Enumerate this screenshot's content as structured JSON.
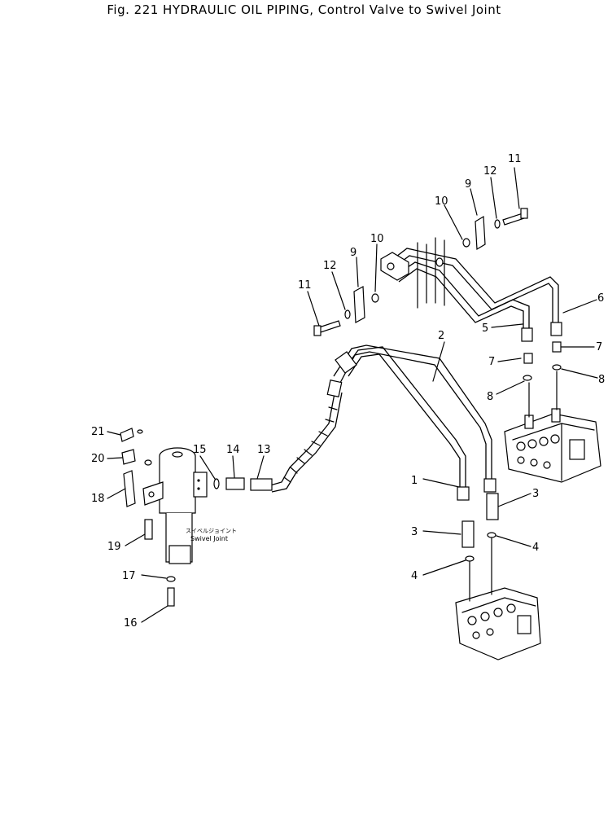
{
  "title": "Fig. 221   HYDRAULIC OIL PIPING, Control Valve to Swivel Joint",
  "swivel_label_jp": "スイベルジョイント",
  "swivel_label_en": "Swivel Joint",
  "callouts": [
    "1",
    "2",
    "3",
    "3",
    "4",
    "4",
    "5",
    "6",
    "7",
    "7",
    "8",
    "8",
    "9",
    "9",
    "10",
    "10",
    "11",
    "11",
    "12",
    "12",
    "13",
    "14",
    "15",
    "16",
    "17",
    "18",
    "19",
    "20",
    "21"
  ]
}
